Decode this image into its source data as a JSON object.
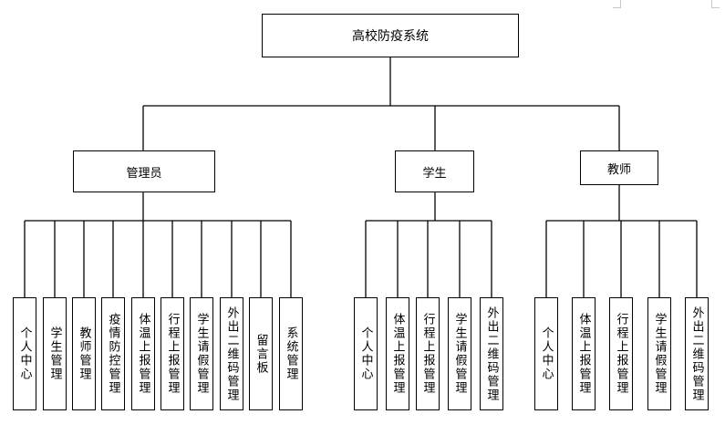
{
  "root": "高校防疫系统",
  "roles": [
    {
      "name": "管理员",
      "items": [
        "个人中心",
        "学生管理",
        "教师管理",
        "疫情防控管理",
        "体温上报管理",
        "行程上报管理",
        "学生请假管理",
        "外出二维码管理",
        "留言板",
        "系统管理"
      ]
    },
    {
      "name": "学生",
      "items": [
        "个人中心",
        "体温上报管理",
        "行程上报管理",
        "学生请假管理",
        "外出二维码管理"
      ]
    },
    {
      "name": "教师",
      "items": [
        "个人中心",
        "体温上报管理",
        "行程上报管理",
        "学生请假管理",
        "外出二维码管理"
      ]
    }
  ]
}
